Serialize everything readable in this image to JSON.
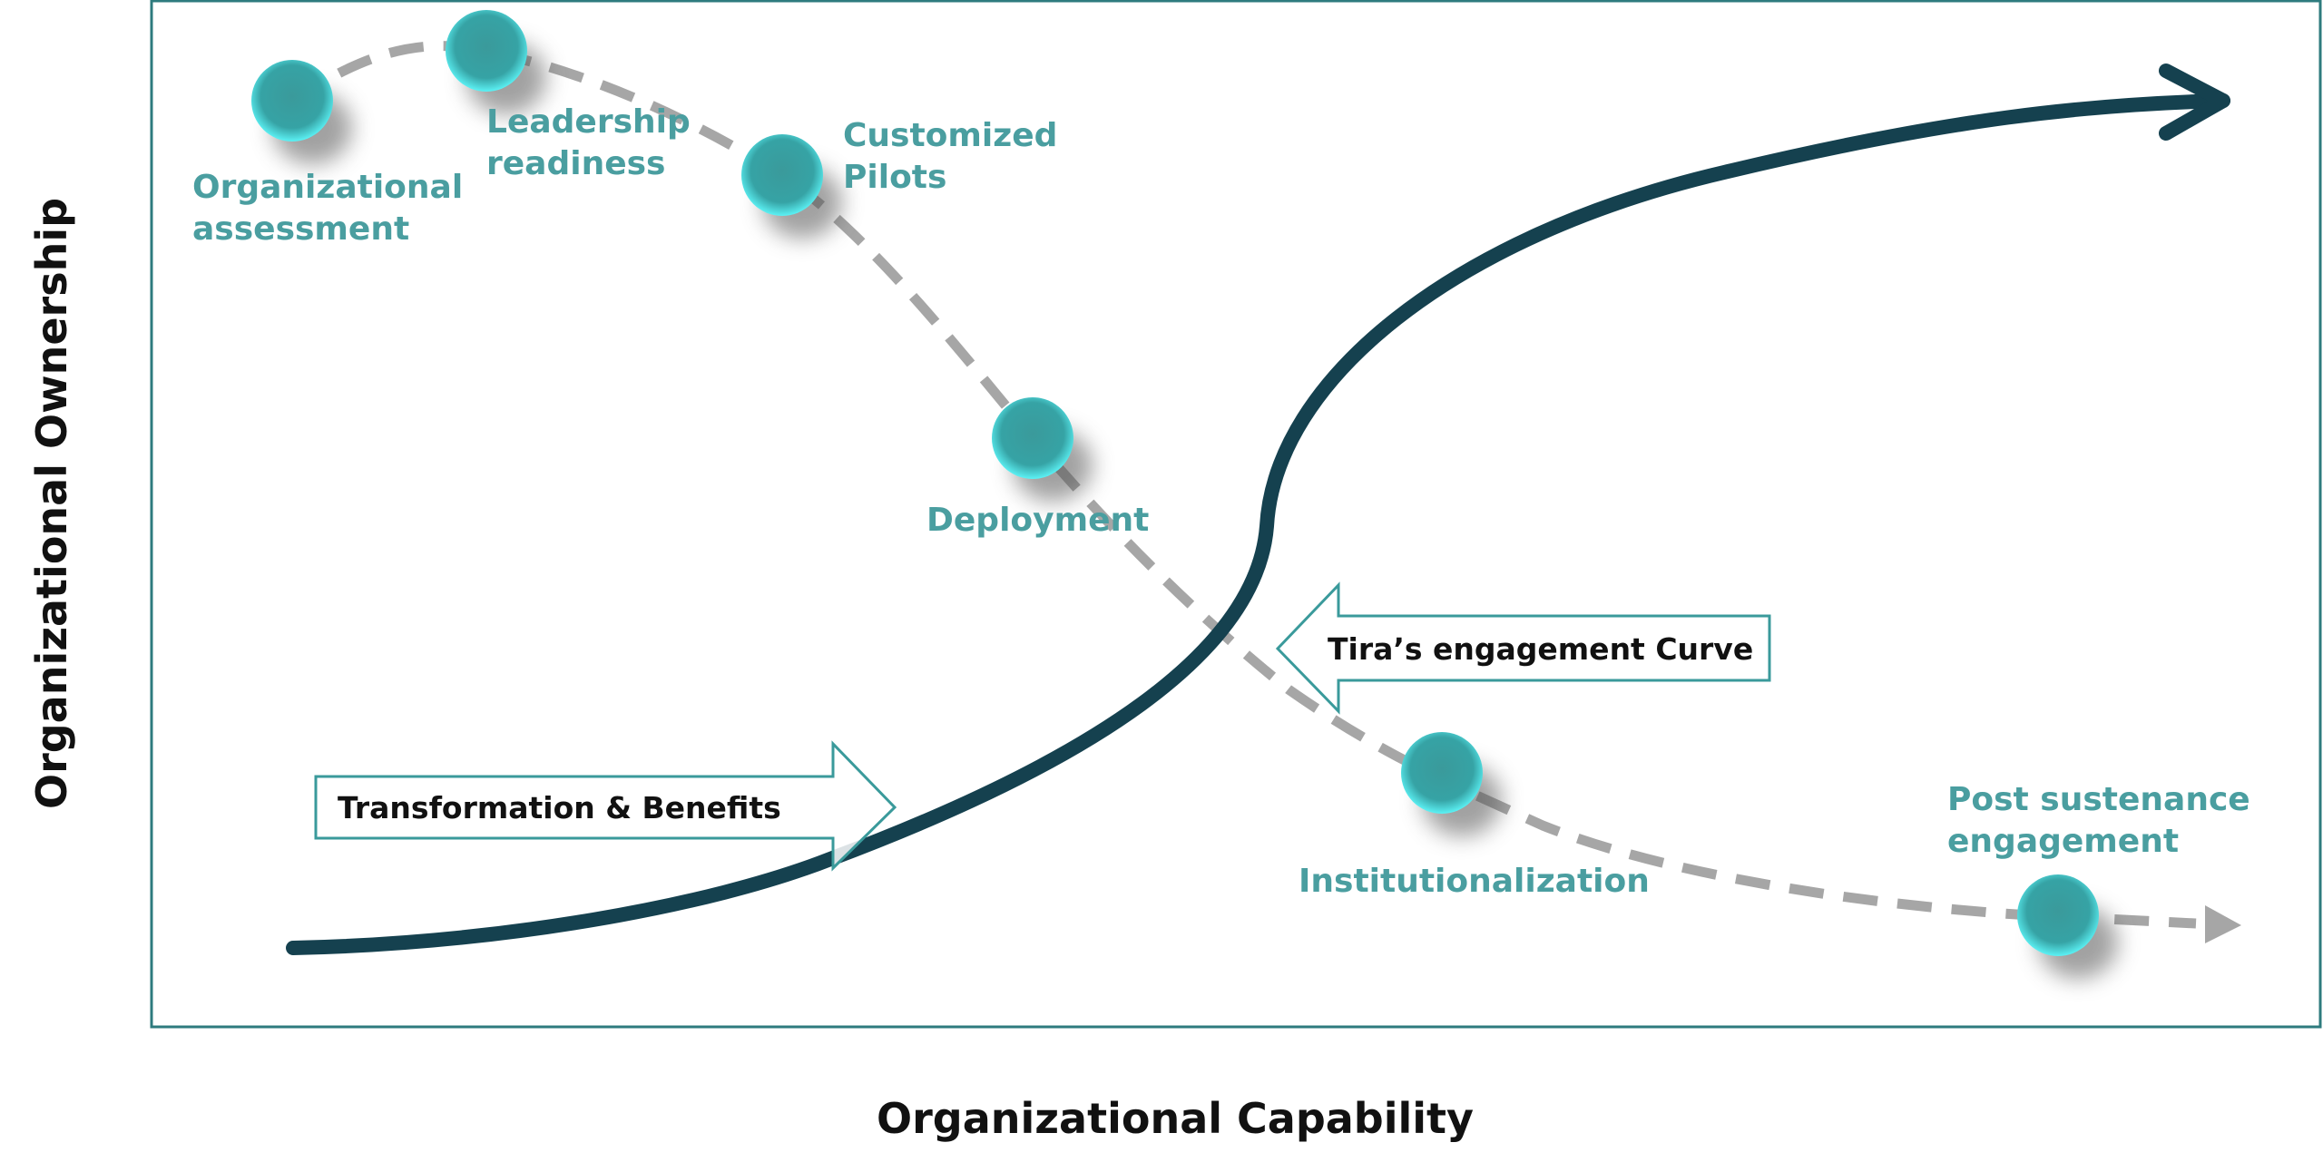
{
  "axes": {
    "x_label": "Organizational Capability",
    "y_label": "Organizational  Ownership"
  },
  "stages": [
    {
      "lines": [
        "Organizational",
        "assessment"
      ]
    },
    {
      "lines": [
        "Leadership",
        "readiness"
      ]
    },
    {
      "lines": [
        "Customized",
        "Pilots"
      ]
    },
    {
      "lines": [
        "Deployment"
      ]
    },
    {
      "lines": [
        "Institutionalization"
      ]
    },
    {
      "lines": [
        "Post sustenance",
        "engagement"
      ]
    }
  ],
  "callouts": {
    "transformation": "Transformation & Benefits",
    "engagement": "Tira’s engagement Curve"
  },
  "colors": {
    "frame": "#2e7b7e",
    "capability_curve": "#15414f",
    "engagement_curve": "#a6a6a6",
    "stage_label": "#4a9ea0",
    "stage_node": "#36a3a5"
  }
}
